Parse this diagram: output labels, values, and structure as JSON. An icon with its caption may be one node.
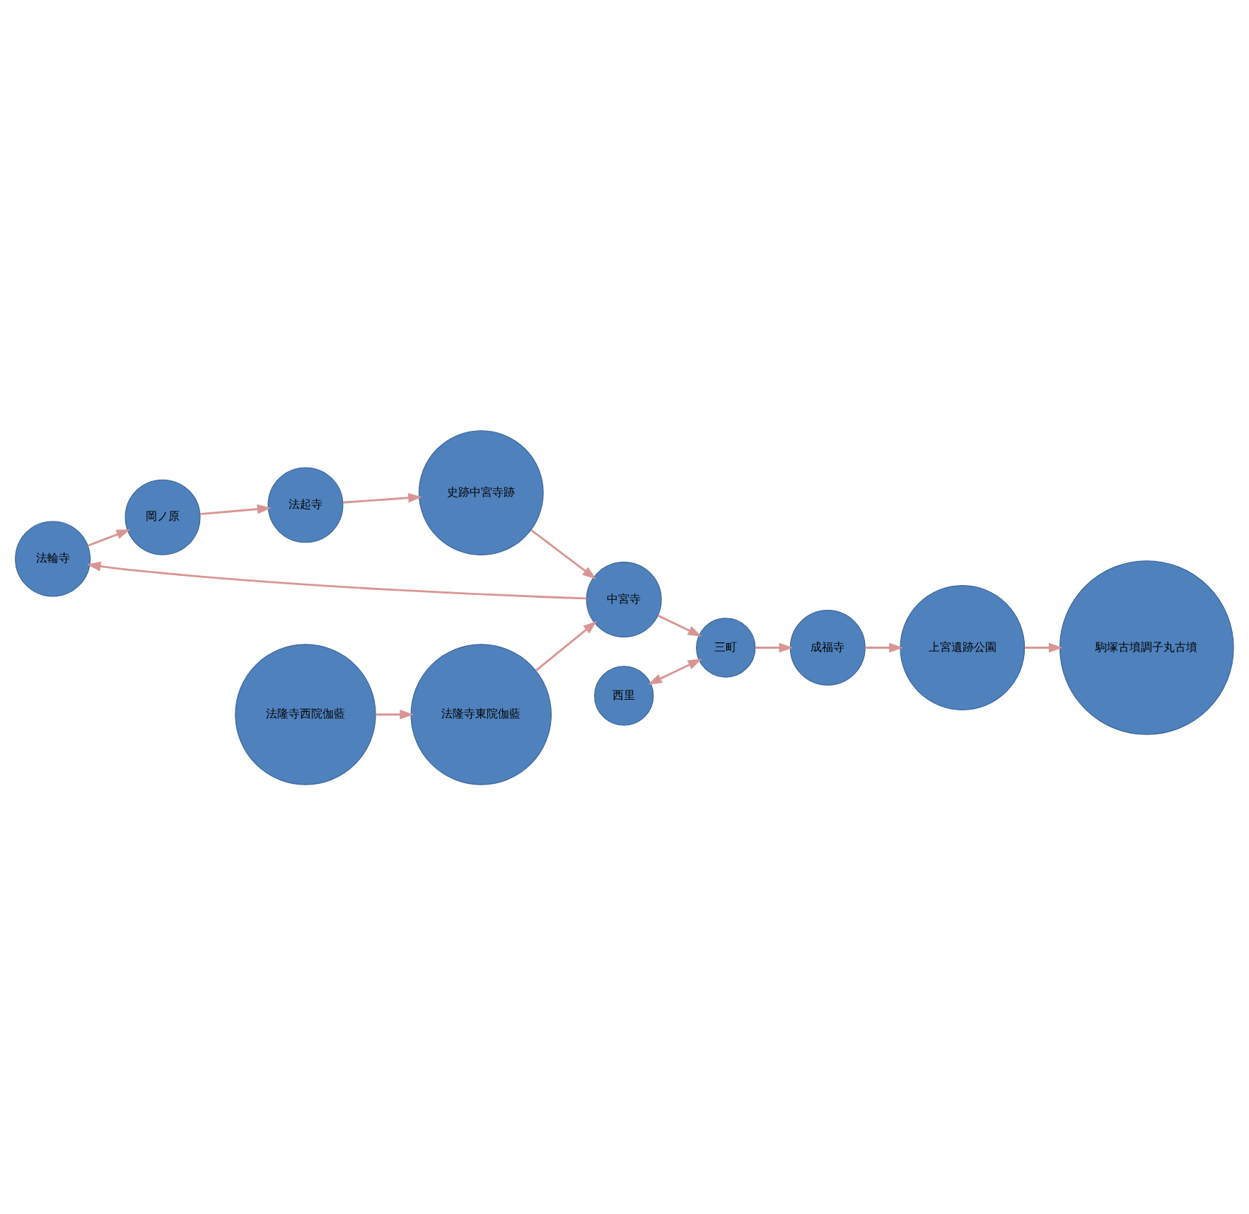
{
  "diagram": {
    "nodes": [
      {
        "text": [
          "法輪寺"
        ]
      },
      {
        "text": [
          "法起寺"
        ]
      },
      {
        "text": [
          "岡ノ原"
        ]
      },
      {
        "text": [
          "法隆寺西院伽藍"
        ]
      },
      {
        "text": [
          "法隆寺東院伽藍"
        ]
      },
      {
        "text": [
          "史跡中宮寺跡"
        ]
      },
      {
        "text": [
          "中宮寺"
        ]
      },
      {
        "text": [
          "西里"
        ]
      },
      {
        "text": [
          "三町"
        ]
      },
      {
        "text": [
          "駒塚古墳調子丸古墳"
        ]
      },
      {
        "text": [
          "上宮遺跡公園"
        ]
      },
      {
        "text": [
          "成福寺"
        ]
      }
    ],
    "edges": [
      {
        "from": 3,
        "to": 4,
        "arrow": "to"
      },
      {
        "from": 4,
        "to": 6,
        "arrow": "to"
      },
      {
        "from": 6,
        "to": 0,
        "arrow": "to"
      },
      {
        "from": 0,
        "to": 2,
        "arrow": "to"
      },
      {
        "from": 2,
        "to": 1,
        "arrow": "to"
      },
      {
        "from": 1,
        "to": 5,
        "arrow": "to"
      },
      {
        "from": 5,
        "to": 6,
        "arrow": "to"
      },
      {
        "from": 6,
        "to": 8,
        "arrow": "to"
      },
      {
        "from": 7,
        "to": 8,
        "arrow": "both"
      },
      {
        "from": 8,
        "to": 11,
        "arrow": "to"
      },
      {
        "from": 11,
        "to": 10,
        "arrow": "to"
      },
      {
        "from": 10,
        "to": 9,
        "arrow": "to"
      }
    ]
  }
}
